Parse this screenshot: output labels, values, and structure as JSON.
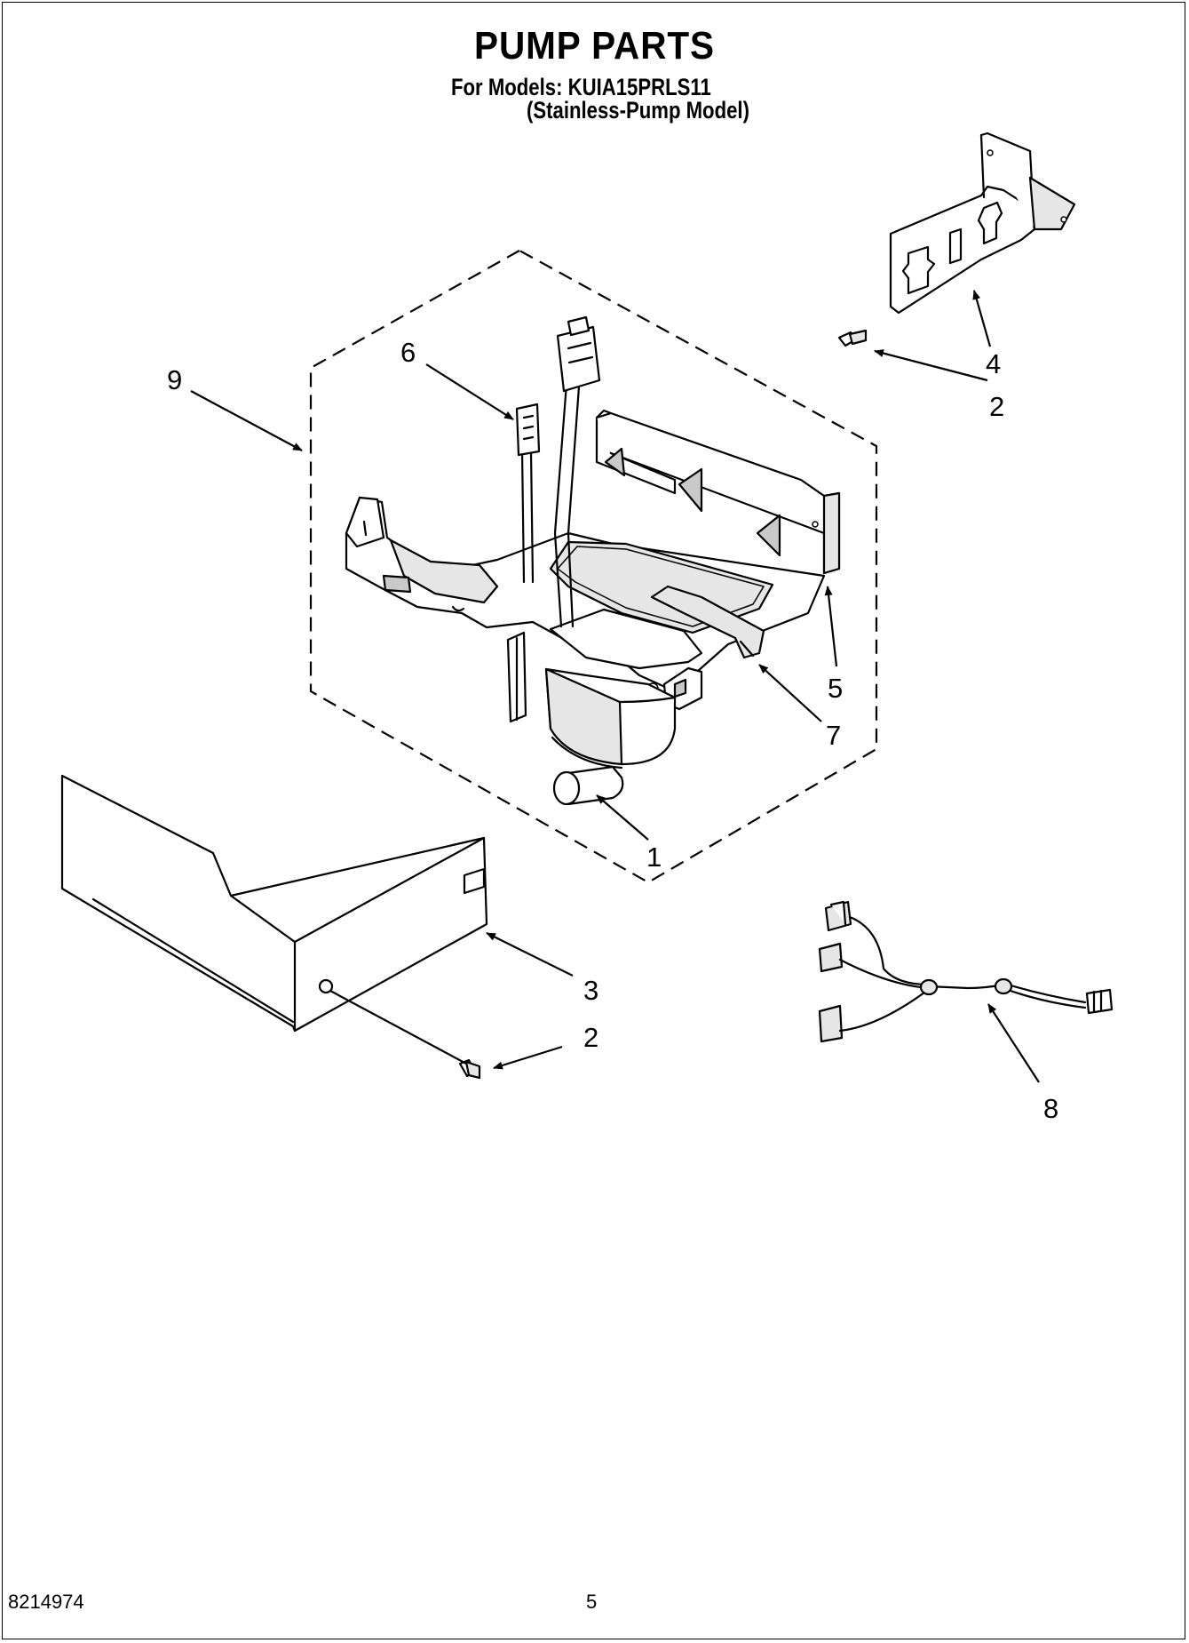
{
  "title": "PUMP PARTS",
  "models_line": "For Models: KUIA15PRLS11",
  "model_type": "(Stainless-Pump Model)",
  "callouts": {
    "c1": "1",
    "c2a": "2",
    "c2b": "2",
    "c3": "3",
    "c4": "4",
    "c5": "5",
    "c6": "6",
    "c7": "7",
    "c8": "8",
    "c9": "9"
  },
  "footer": {
    "part_number": "8214974",
    "page_number": "5"
  }
}
